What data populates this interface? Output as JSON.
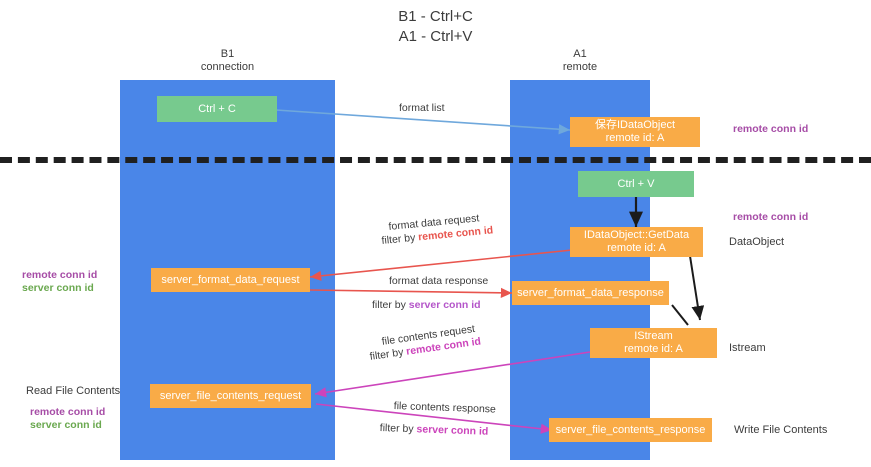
{
  "title": {
    "line1": "B1 - Ctrl+C",
    "line2": "A1 - Ctrl+V"
  },
  "columns": [
    {
      "name": "B1",
      "sub": "connection"
    },
    {
      "name": "A1",
      "sub": "remote"
    }
  ],
  "nodes": [
    {
      "id": "ctrl-c",
      "label": "Ctrl + C",
      "sub": "",
      "color": "#77ca8e"
    },
    {
      "id": "idataobject-store",
      "label": "保存IDataObject",
      "sub": "remote id: A",
      "color": "#f9ab47"
    },
    {
      "id": "ctrl-v",
      "label": "Ctrl + V",
      "sub": "",
      "color": "#77ca8e"
    },
    {
      "id": "idataobject-getdata",
      "label": "IDataObject::GetData",
      "sub": "remote id: A",
      "color": "#f9ab47"
    },
    {
      "id": "server-format-data-request",
      "label": "server_format_data_request",
      "sub": "",
      "color": "#f9ab47"
    },
    {
      "id": "server-format-data-response",
      "label": "server_format_data_response",
      "sub": "",
      "color": "#f9ab47"
    },
    {
      "id": "istream",
      "label": "IStream",
      "sub": "remote id: A",
      "color": "#f9ab47"
    },
    {
      "id": "server-file-contents-request",
      "label": "server_file_contents_request",
      "sub": "",
      "color": "#f9ab47"
    },
    {
      "id": "server-file-contents-response",
      "label": "server_file_contents_response",
      "sub": "",
      "color": "#f9ab47"
    }
  ],
  "edges": [
    {
      "id": "format-list",
      "label": "format list",
      "filter_prefix": "",
      "filter_key": ""
    },
    {
      "id": "format-data-request",
      "label": "format data request",
      "filter_prefix": "filter by ",
      "filter_key": "remote conn id"
    },
    {
      "id": "format-data-response",
      "label": "format data response",
      "filter_prefix": "filter by ",
      "filter_key": "server conn id"
    },
    {
      "id": "file-contents-request",
      "label": "file contents request",
      "filter_prefix": "filter by ",
      "filter_key": "remote conn id"
    },
    {
      "id": "file-contents-response",
      "label": "file contents response",
      "filter_prefix": "filter by ",
      "filter_key": "server conn id"
    }
  ],
  "annotations": {
    "right_top": "remote conn id",
    "right_mid": "remote conn id",
    "right_dataobject": "DataObject",
    "right_istream": "Istream",
    "right_write": "Write File Contents",
    "left_mid_1": "remote conn id",
    "left_mid_2": "server conn id",
    "left_read": "Read File Contents",
    "left_bot_1": "remote conn id",
    "left_bot_2": "server conn id"
  },
  "colors": {
    "lane": "#4a86e8",
    "box_green": "#77ca8e",
    "box_orange": "#f9ab47",
    "purple": "#a64ca6",
    "green_text": "#6aa84f",
    "red_arrow": "#e8554e",
    "magenta_arrow": "#cc44bb",
    "blue_arrow": "#6fa8dc",
    "divider": "#202020"
  }
}
